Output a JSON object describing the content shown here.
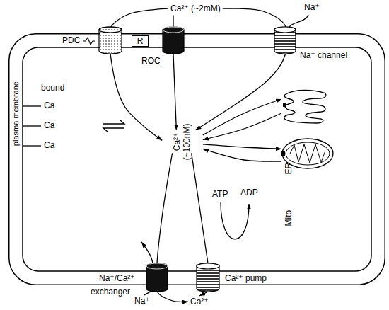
{
  "diagram": {
    "nodes": [
      {
        "text": [
          "plasma membrane"
        ]
      },
      {
        "text": [
          "Ca²⁺ (~2mM)"
        ]
      },
      {
        "text": [
          "R"
        ]
      },
      {
        "text": [
          "Ca²⁺ (~100nM)"
        ],
        "in": 0
      },
      {
        "text": [
          "ER"
        ],
        "in": 0
      },
      {
        "text": [
          "Mito"
        ],
        "in": 0
      },
      {
        "text": [
          "Ca²⁺"
        ]
      }
    ],
    "edges": [
      {
        "from": 1,
        "to": 3,
        "arrow": "to"
      },
      {
        "from": 1,
        "to": 3,
        "arrow": "to"
      },
      {
        "from": 1,
        "to": 3,
        "arrow": "to"
      },
      {
        "from": 3,
        "to": 4,
        "arrow": "to"
      },
      {
        "from": 4,
        "to": 3,
        "arrow": "to"
      },
      {
        "from": 3,
        "to": 5,
        "arrow": "to"
      },
      {
        "from": 5,
        "to": 3,
        "arrow": "to"
      },
      {
        "from": 3,
        "to": 6,
        "arrow": "to"
      },
      {
        "from": 3,
        "to": 6,
        "arrow": "to"
      }
    ],
    "labels": [
      "PDC",
      "ROC",
      "Na⁺",
      "Na⁺ channel",
      "bound",
      "Ca",
      "Ca",
      "Ca",
      "ATP",
      "ADP",
      "Na⁺/Ca²⁺",
      "exchanger",
      "Ca²⁺ pump",
      "Na⁺"
    ]
  }
}
